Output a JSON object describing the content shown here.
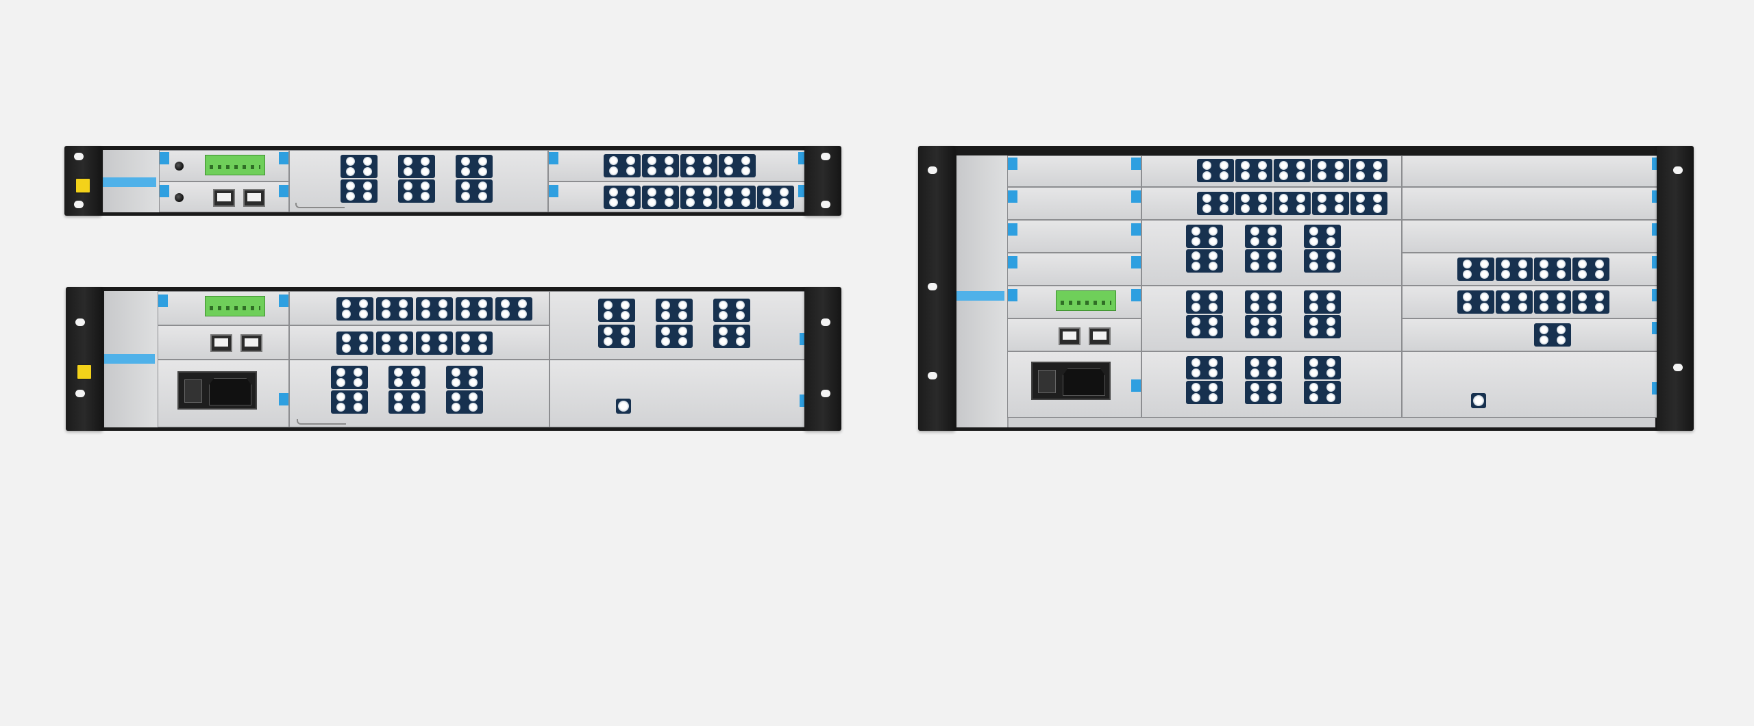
{
  "scene": {
    "subject": "rack-mount-fiber-chassis-products",
    "background_color": "#f2f2f2",
    "accent_color": "#4fb1e9",
    "terminal_color": "#6fcf5a"
  },
  "chassis": [
    {
      "id": "chassis-1u",
      "units": 1
    },
    {
      "id": "chassis-2u",
      "units": 2
    },
    {
      "id": "chassis-4u",
      "units": 4
    }
  ]
}
